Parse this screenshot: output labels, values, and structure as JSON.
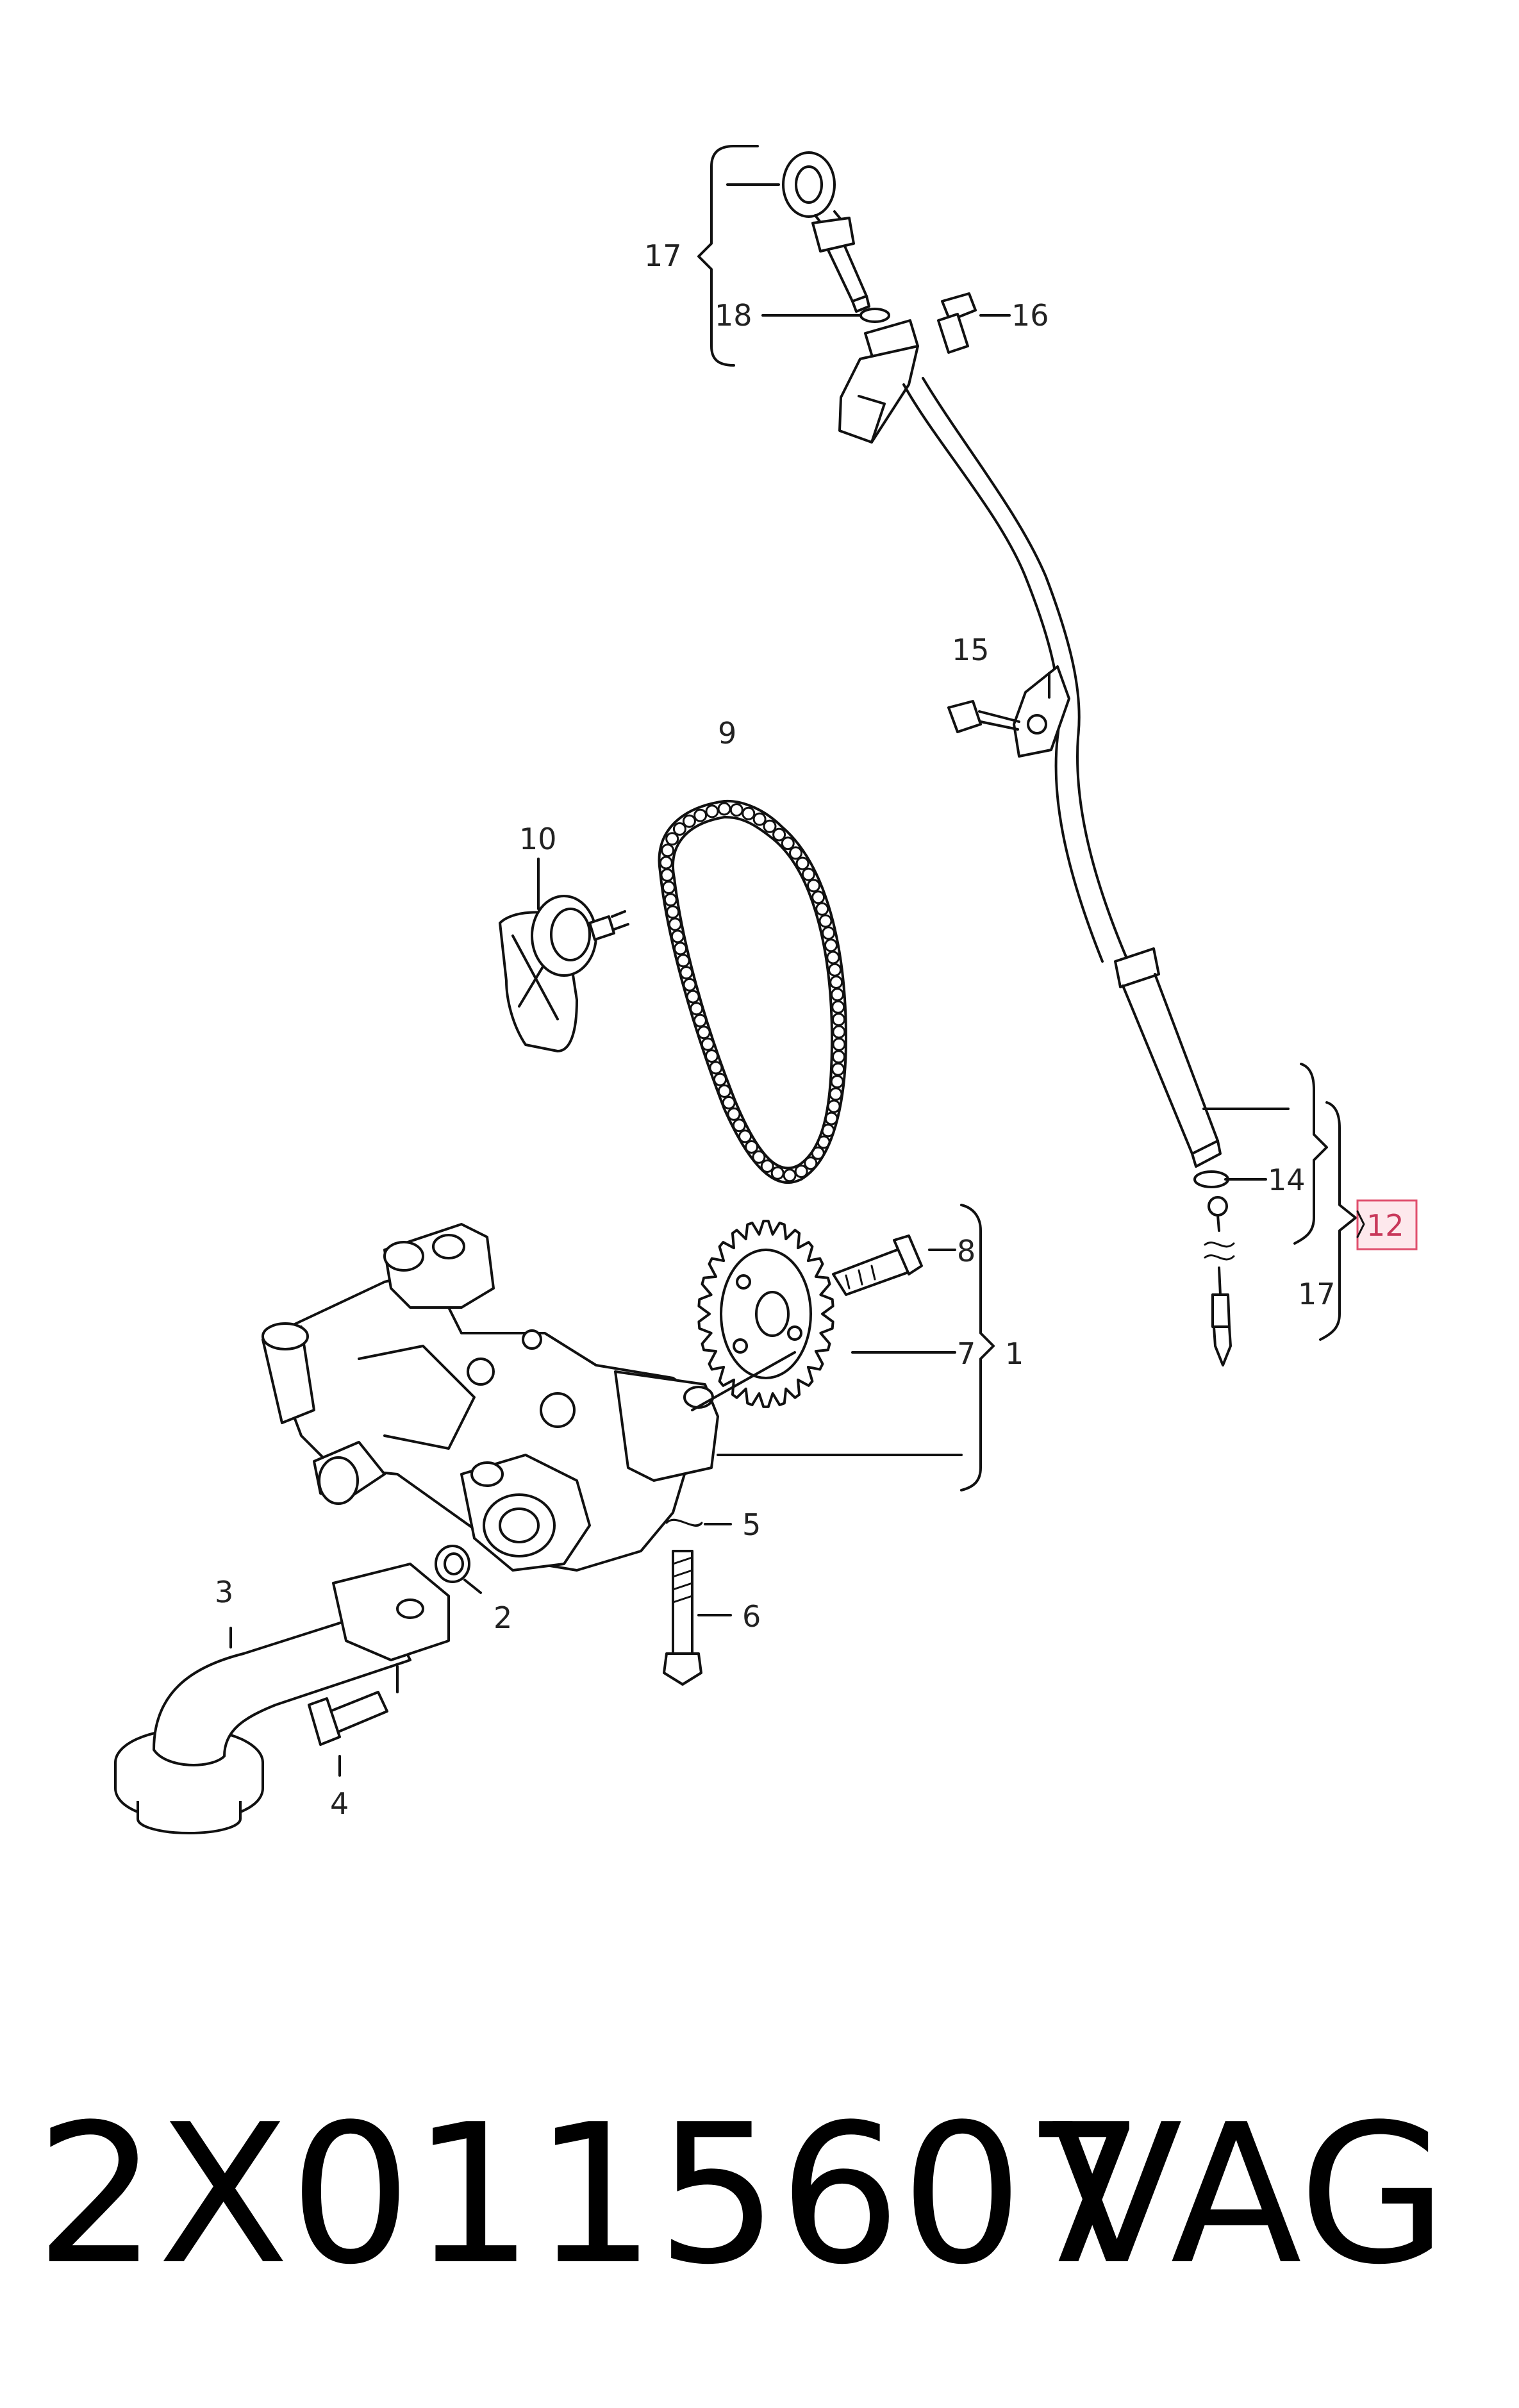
{
  "callouts": {
    "c1": "1",
    "c2": "2",
    "c3": "3",
    "c4": "4",
    "c5": "5",
    "c6": "6",
    "c7": "7",
    "c8": "8",
    "c9": "9",
    "c10": "10",
    "c12": "12",
    "c14": "14",
    "c15": "15",
    "c16": "16",
    "c17a": "17",
    "c17b": "17",
    "c18": "18"
  },
  "highlighted_callout": "12",
  "highlight_color": "#e0506e",
  "footer": {
    "part_number": "2X0115607",
    "brand": "VAG"
  }
}
